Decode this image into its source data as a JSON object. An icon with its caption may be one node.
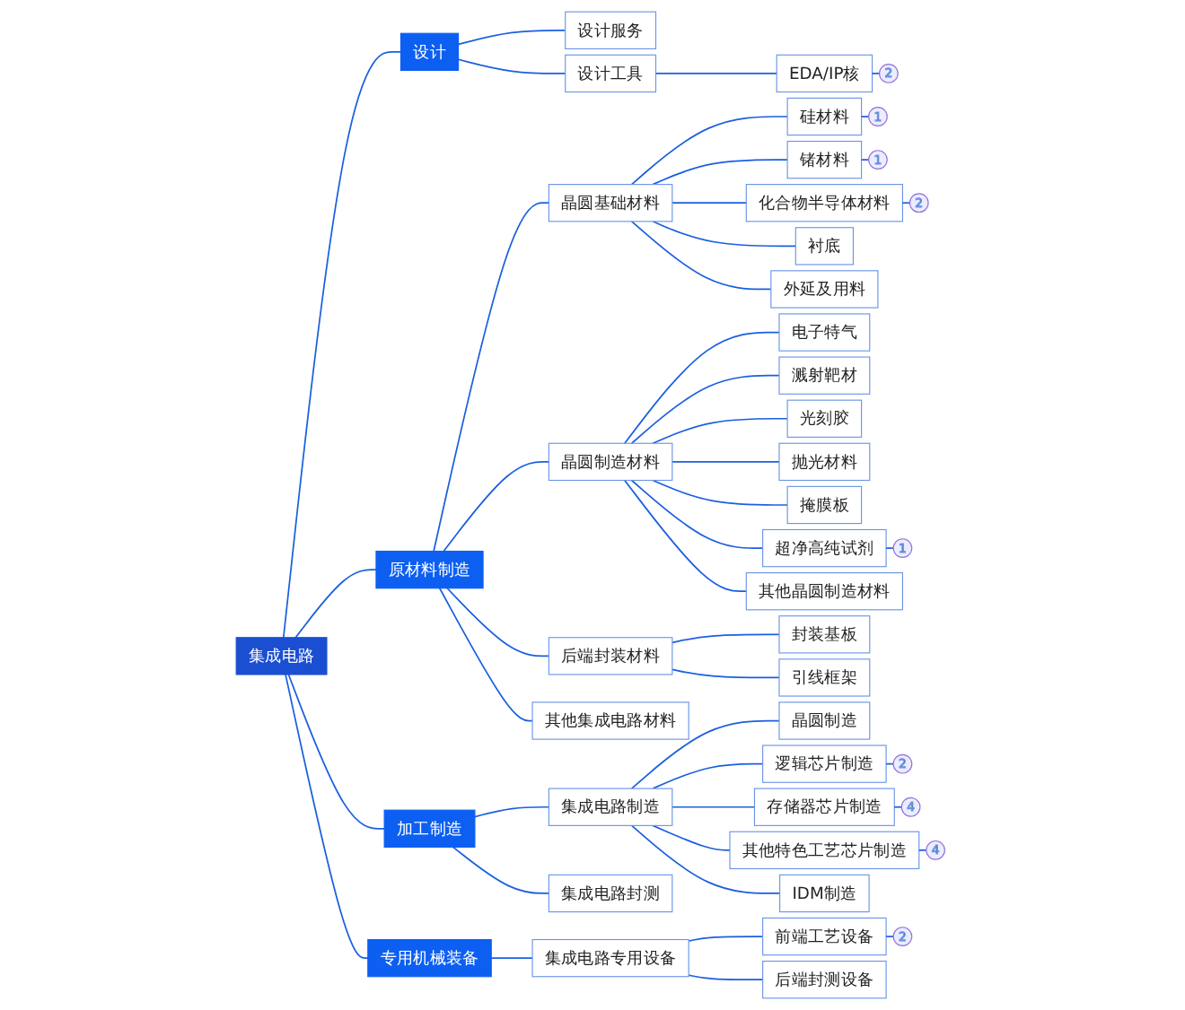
{
  "diagram": {
    "nodes": [
      {
        "text": [
          "集成电路"
        ]
      },
      {
        "text": [
          "设计"
        ]
      },
      {
        "text": [
          "设计服务"
        ]
      },
      {
        "text": [
          "设计工具"
        ]
      },
      {
        "text": [
          "EDA/IP核"
        ],
        "beside": [
          "2"
        ]
      },
      {
        "text": [
          "原材料制造"
        ]
      },
      {
        "text": [
          "晶圆基础材料"
        ]
      },
      {
        "text": [
          "硅材料"
        ],
        "beside": [
          "1"
        ]
      },
      {
        "text": [
          "锗材料"
        ],
        "beside": [
          "1"
        ]
      },
      {
        "text": [
          "化合物半导体材料"
        ],
        "beside": [
          "2"
        ]
      },
      {
        "text": [
          "衬底"
        ]
      },
      {
        "text": [
          "外延及用料"
        ]
      },
      {
        "text": [
          "晶圆制造材料"
        ]
      },
      {
        "text": [
          "电子特气"
        ]
      },
      {
        "text": [
          "溅射靶材"
        ]
      },
      {
        "text": [
          "光刻胶"
        ]
      },
      {
        "text": [
          "抛光材料"
        ]
      },
      {
        "text": [
          "掩膜板"
        ]
      },
      {
        "text": [
          "超净高纯试剂"
        ],
        "beside": [
          "1"
        ]
      },
      {
        "text": [
          "其他晶圆制造材料"
        ]
      },
      {
        "text": [
          "后端封装材料"
        ]
      },
      {
        "text": [
          "封装基板"
        ]
      },
      {
        "text": [
          "引线框架"
        ]
      },
      {
        "text": [
          "其他集成电路材料"
        ]
      },
      {
        "text": [
          "加工制造"
        ]
      },
      {
        "text": [
          "集成电路制造"
        ]
      },
      {
        "text": [
          "晶圆制造"
        ]
      },
      {
        "text": [
          "逻辑芯片制造"
        ],
        "beside": [
          "2"
        ]
      },
      {
        "text": [
          "存储器芯片制造"
        ],
        "beside": [
          "4"
        ]
      },
      {
        "text": [
          "其他特色工艺芯片制造"
        ],
        "beside": [
          "4"
        ]
      },
      {
        "text": [
          "IDM制造"
        ]
      },
      {
        "text": [
          "集成电路封测"
        ]
      },
      {
        "text": [
          "专用机械装备"
        ]
      },
      {
        "text": [
          "集成电路专用设备"
        ]
      },
      {
        "text": [
          "前端工艺设备"
        ],
        "beside": [
          "2"
        ]
      },
      {
        "text": [
          "后端封测设备"
        ]
      }
    ],
    "edges": [
      {
        "from": 0,
        "to": 1,
        "arrow": "none"
      },
      {
        "from": 1,
        "to": 2,
        "arrow": "none"
      },
      {
        "from": 1,
        "to": 3,
        "arrow": "none"
      },
      {
        "from": 3,
        "to": 4,
        "arrow": "none"
      },
      {
        "from": 0,
        "to": 5,
        "arrow": "none"
      },
      {
        "from": 5,
        "to": 6,
        "arrow": "none"
      },
      {
        "from": 6,
        "to": 7,
        "arrow": "none"
      },
      {
        "from": 6,
        "to": 8,
        "arrow": "none"
      },
      {
        "from": 6,
        "to": 9,
        "arrow": "none"
      },
      {
        "from": 6,
        "to": 10,
        "arrow": "none"
      },
      {
        "from": 6,
        "to": 11,
        "arrow": "none"
      },
      {
        "from": 5,
        "to": 12,
        "arrow": "none"
      },
      {
        "from": 12,
        "to": 13,
        "arrow": "none"
      },
      {
        "from": 12,
        "to": 14,
        "arrow": "none"
      },
      {
        "from": 12,
        "to": 15,
        "arrow": "none"
      },
      {
        "from": 12,
        "to": 16,
        "arrow": "none"
      },
      {
        "from": 12,
        "to": 17,
        "arrow": "none"
      },
      {
        "from": 12,
        "to": 18,
        "arrow": "none"
      },
      {
        "from": 12,
        "to": 19,
        "arrow": "none"
      },
      {
        "from": 5,
        "to": 20,
        "arrow": "none"
      },
      {
        "from": 20,
        "to": 21,
        "arrow": "none"
      },
      {
        "from": 20,
        "to": 22,
        "arrow": "none"
      },
      {
        "from": 5,
        "to": 23,
        "arrow": "none"
      },
      {
        "from": 0,
        "to": 24,
        "arrow": "none"
      },
      {
        "from": 24,
        "to": 25,
        "arrow": "none"
      },
      {
        "from": 25,
        "to": 26,
        "arrow": "none"
      },
      {
        "from": 25,
        "to": 27,
        "arrow": "none"
      },
      {
        "from": 25,
        "to": 28,
        "arrow": "none"
      },
      {
        "from": 25,
        "to": 29,
        "arrow": "none"
      },
      {
        "from": 25,
        "to": 30,
        "arrow": "none"
      },
      {
        "from": 24,
        "to": 31,
        "arrow": "none"
      },
      {
        "from": 0,
        "to": 32,
        "arrow": "none"
      },
      {
        "from": 32,
        "to": 33,
        "arrow": "none"
      },
      {
        "from": 33,
        "to": 34,
        "arrow": "none"
      },
      {
        "from": 33,
        "to": 35,
        "arrow": "none"
      }
    ]
  }
}
